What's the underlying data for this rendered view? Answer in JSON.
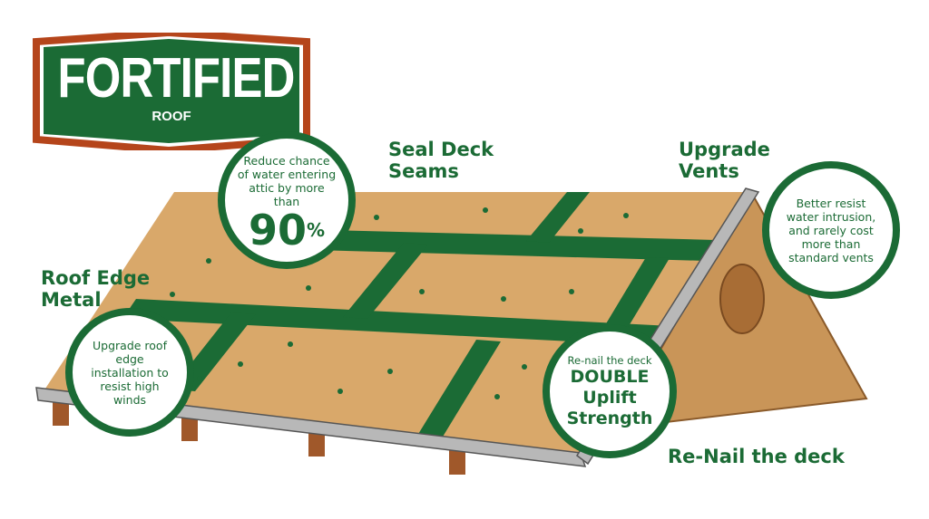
{
  "logo": {
    "title": "FORTIFIED",
    "subtitle": "ROOF"
  },
  "labels": {
    "seal_deck_seams": "Seal Deck\nSeams",
    "upgrade_vents": "Upgrade\nVents",
    "roof_edge_metal": "Roof Edge\nMetal",
    "renail_deck": "Re-Nail the deck"
  },
  "bubbles": {
    "seams": {
      "text": "Reduce chance of water entering attic by more than",
      "value": "90",
      "unit": "%"
    },
    "vents": {
      "text": "Better resist water intrusion, and rarely cost more than standard vents"
    },
    "edge": {
      "text": "Upgrade roof edge installation to resist high winds"
    },
    "deck": {
      "intro": "Re-nail the deck",
      "line1": "DOUBLE",
      "line2": "Uplift",
      "line3": "Strength"
    }
  },
  "colors": {
    "green": "#1b6b35",
    "orange": "#b5451b",
    "wood": "#d9a86a",
    "metal": "#b8b8b8"
  }
}
